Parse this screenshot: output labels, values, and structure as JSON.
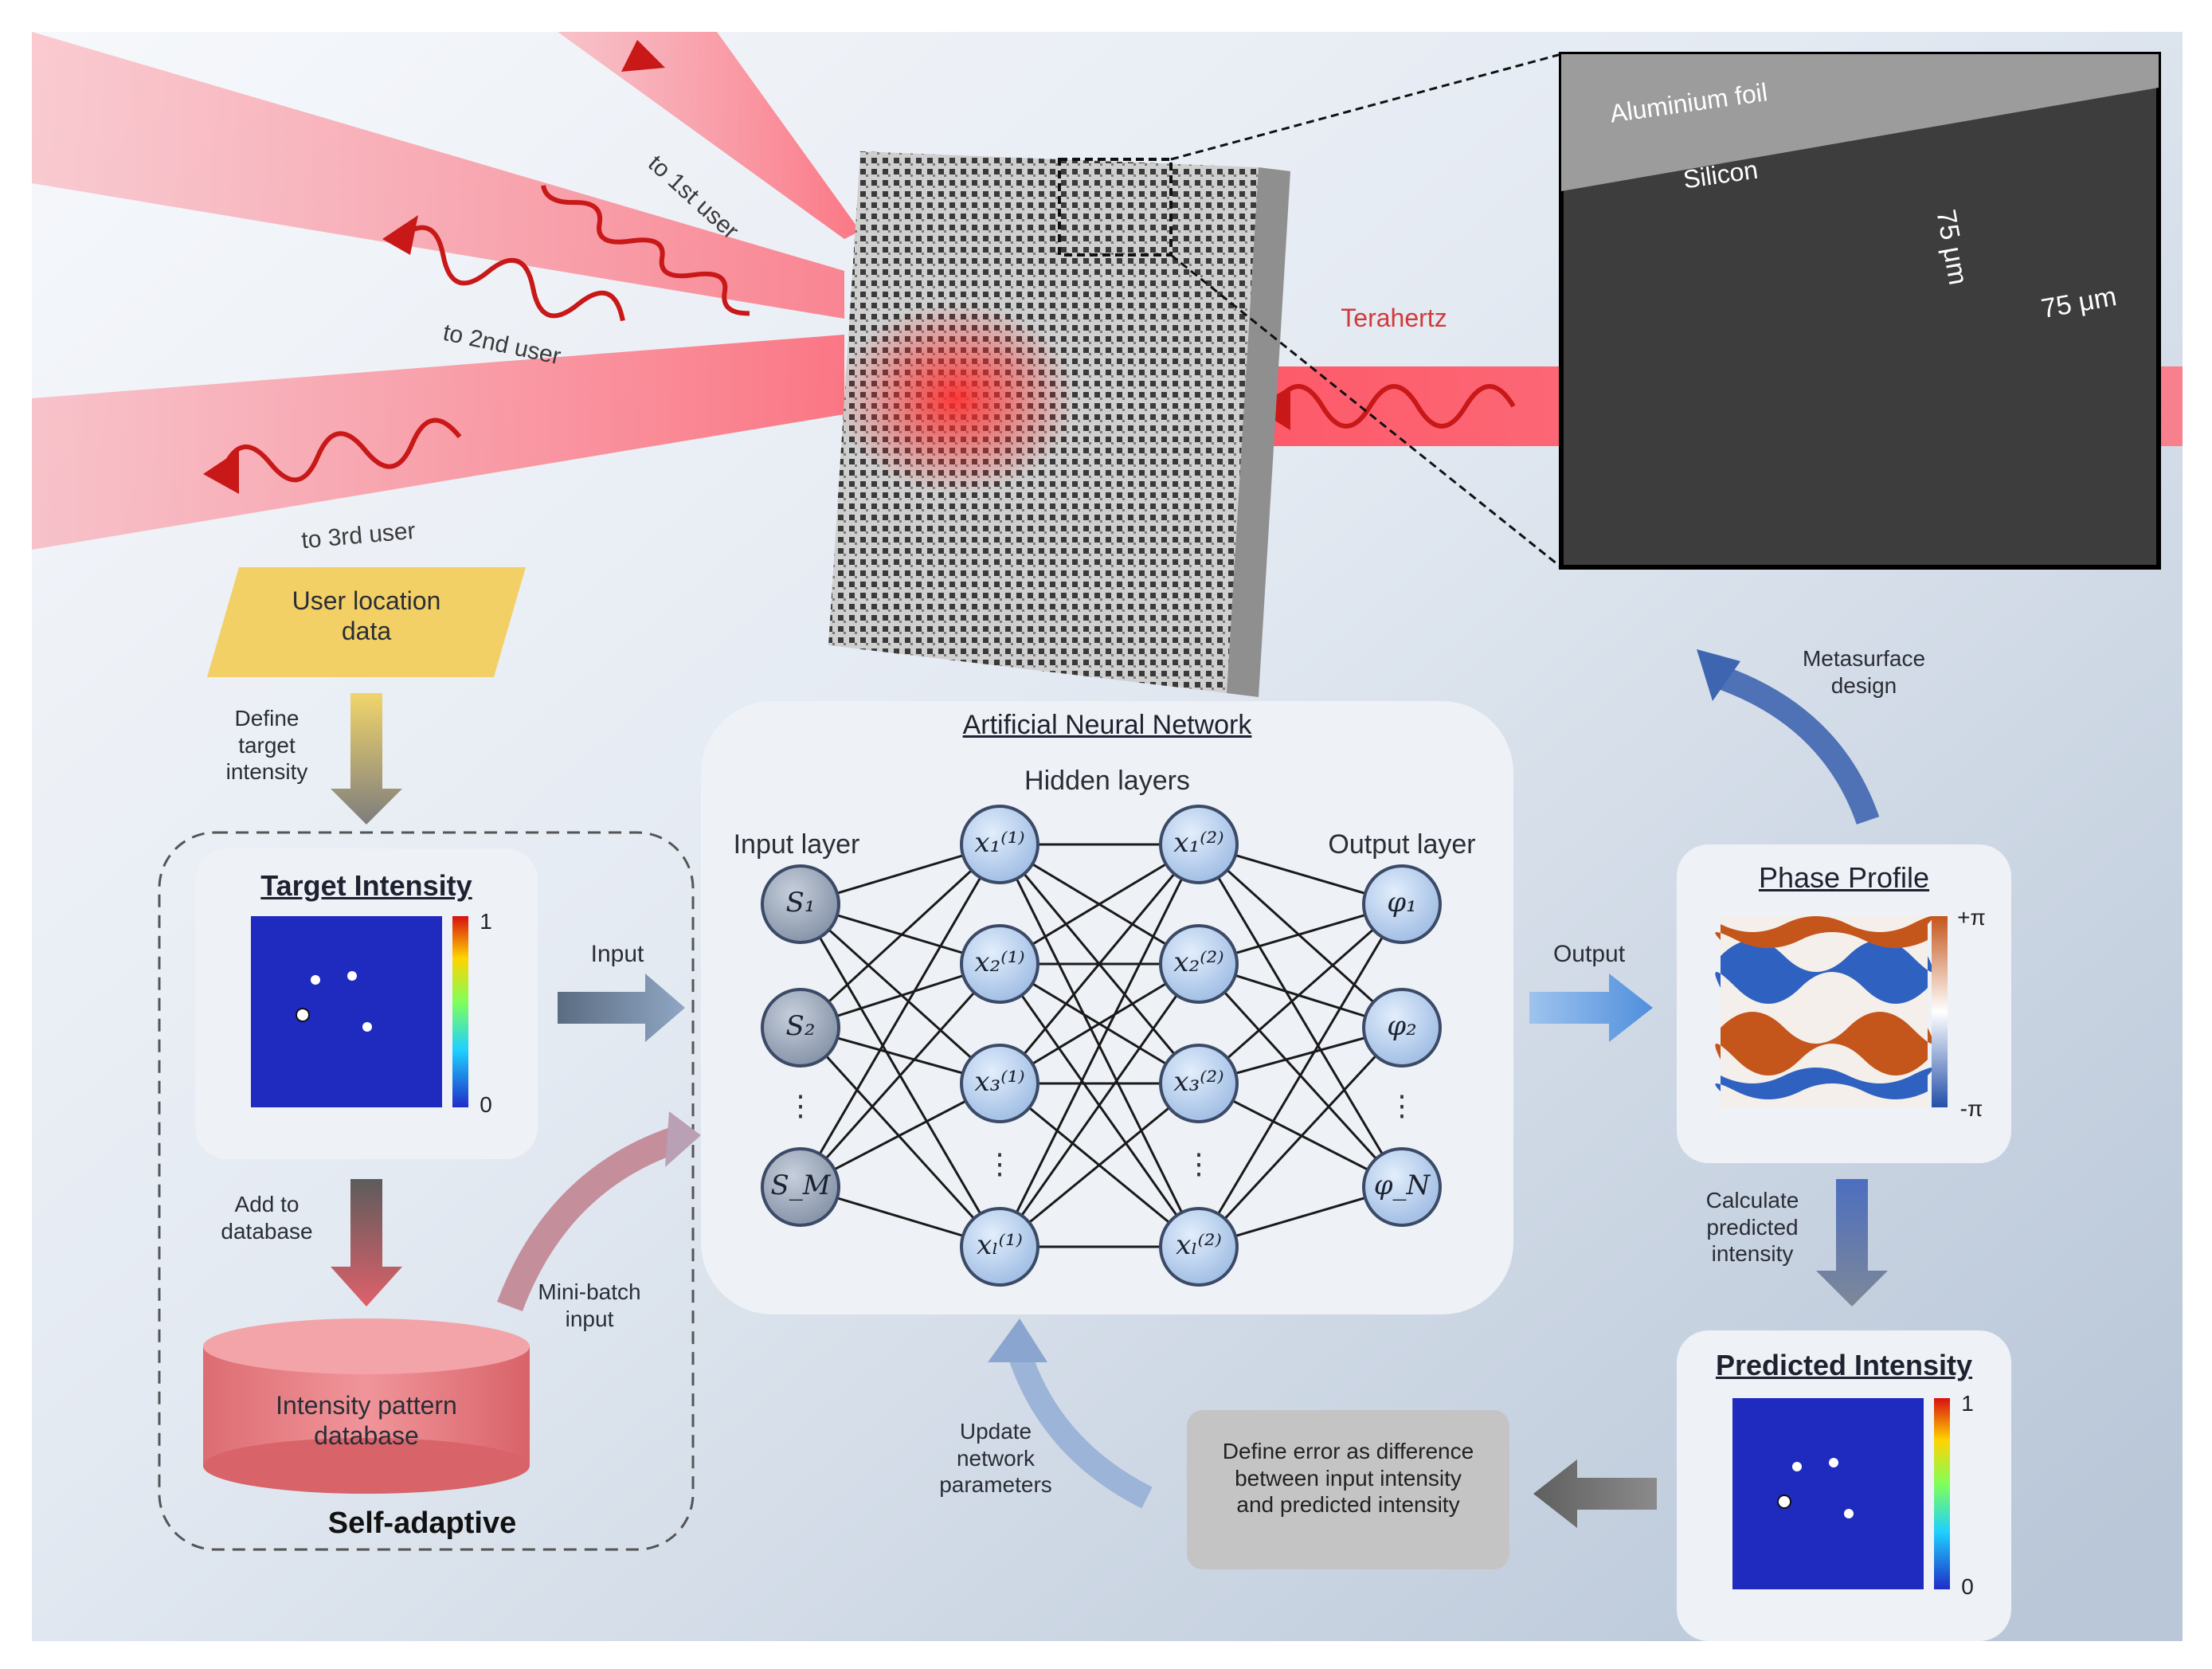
{
  "beams": {
    "user1": "to 1st user",
    "user2": "to 2nd user",
    "user3": "to 3rd user",
    "incident": "Terahertz"
  },
  "sem": {
    "foil_label": "Aluminium foil",
    "silicon_label": "Silicon",
    "dim_vertical": "75 μm",
    "dim_horizontal": "75 μm"
  },
  "user_location": "User location\ndata",
  "define_target": "Define\ntarget\nintensity",
  "target_intensity": {
    "title": "Target Intensity",
    "scale_max": "1",
    "scale_min": "0"
  },
  "add_to_database": "Add to\ndatabase",
  "database": "Intensity pattern\ndatabase",
  "mini_batch": "Mini-batch\ninput",
  "self_adaptive": "Self-adaptive",
  "input_arrow": "Input",
  "ann": {
    "title": "Artificial Neural Network",
    "hidden_label": "Hidden layers",
    "input_label": "Input layer",
    "output_label": "Output layer",
    "input_nodes": [
      "S₁",
      "S₂",
      "S_M"
    ],
    "hidden1_nodes": [
      "x₁⁽¹⁾",
      "x₂⁽¹⁾",
      "x₃⁽¹⁾",
      "xₗ⁽¹⁾"
    ],
    "hidden2_nodes": [
      "x₁⁽²⁾",
      "x₂⁽²⁾",
      "x₃⁽²⁾",
      "xₗ⁽²⁾"
    ],
    "output_nodes": [
      "φ₁",
      "φ₂",
      "φ_N"
    ],
    "ellipsis": "⋮"
  },
  "output_arrow": "Output",
  "phase_profile": {
    "title": "Phase Profile",
    "scale_max": "+π",
    "scale_min": "-π"
  },
  "metasurface_design": "Metasurface\ndesign",
  "calculate_predicted": "Calculate\npredicted\nintensity",
  "predicted_intensity": {
    "title": "Predicted Intensity",
    "scale_max": "1",
    "scale_min": "0"
  },
  "error_box": "Define error as difference\nbetween input intensity\nand predicted intensity",
  "update_params": "Update\nnetwork\nparameters"
}
